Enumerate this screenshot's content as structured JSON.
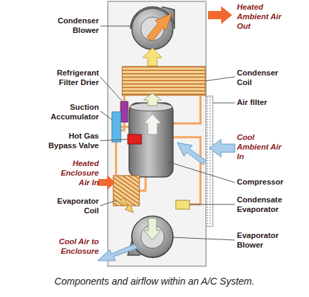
{
  "diagram": {
    "caption": "Components and airflow within an A/C System.",
    "labels": [
      "Condenser Blower",
      "Heated Ambient Air Out",
      "Refrigerant Filter Drier",
      "Condenser Coil",
      "Suction Accumulator",
      "Air filter",
      "Hot Gas Bypass Valve",
      "Cool Ambient Air In",
      "Heated Enclosure Air In",
      "Compressor",
      "Evaporator Coil",
      "Condensate Evaporator",
      "Cool Air to Enclosure",
      "Evaporator Blower"
    ]
  }
}
